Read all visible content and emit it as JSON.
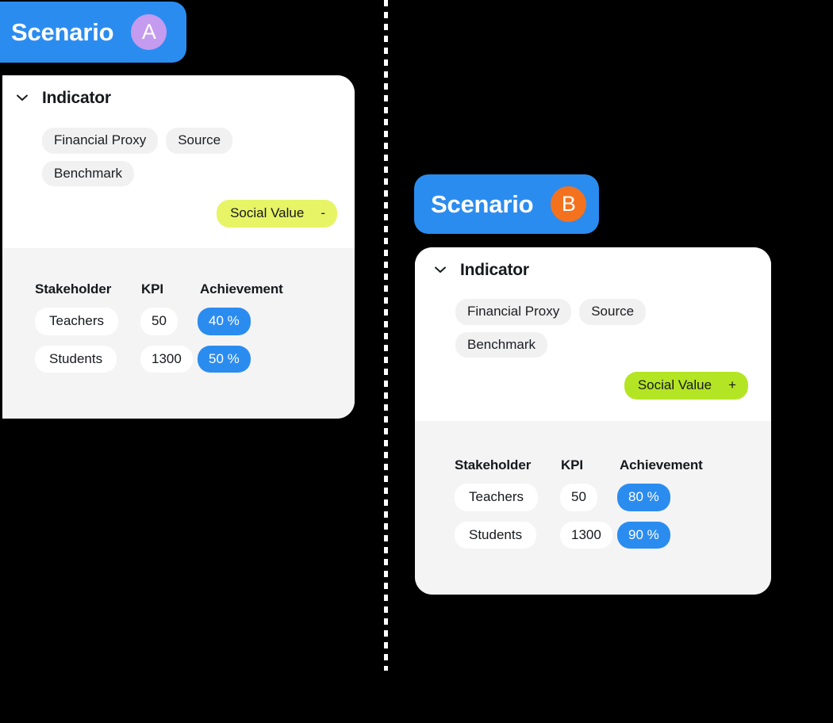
{
  "canvas": {
    "background_color": "#000000",
    "divider": {
      "name": "dashed-vertical-divider",
      "color": "#ffffff"
    }
  },
  "scenarios": [
    {
      "id": "a",
      "badge": {
        "label": "Scenario",
        "avatar_letter": "A",
        "badge_color": "#2b8cf0",
        "avatar_color": "#c49bef"
      },
      "indicator": {
        "title": "Indicator",
        "chevron": "chevron-down-icon",
        "tags": [
          "Financial Proxy",
          "Source",
          "Benchmark"
        ],
        "social_value": {
          "label": "Social Value",
          "sign": "-",
          "color": "#e7f466"
        }
      },
      "table": {
        "columns": [
          "Stakeholder",
          "KPI",
          "Achievement"
        ],
        "rows": [
          {
            "stakeholder": "Teachers",
            "kpi": "50",
            "achievement": "40 %"
          },
          {
            "stakeholder": "Students",
            "kpi": "1300",
            "achievement": "50 %"
          }
        ],
        "achievement_color": "#2b8cf0"
      }
    },
    {
      "id": "b",
      "badge": {
        "label": "Scenario",
        "avatar_letter": "B",
        "badge_color": "#2b8cf0",
        "avatar_color": "#f4721d"
      },
      "indicator": {
        "title": "Indicator",
        "chevron": "chevron-down-icon",
        "tags": [
          "Financial Proxy",
          "Source",
          "Benchmark"
        ],
        "social_value": {
          "label": "Social Value",
          "sign": "+",
          "color": "#b4e524"
        }
      },
      "table": {
        "columns": [
          "Stakeholder",
          "KPI",
          "Achievement"
        ],
        "rows": [
          {
            "stakeholder": "Teachers",
            "kpi": "50",
            "achievement": "80 %"
          },
          {
            "stakeholder": "Students",
            "kpi": "1300",
            "achievement": "90 %"
          }
        ],
        "achievement_color": "#2b8cf0"
      }
    }
  ]
}
